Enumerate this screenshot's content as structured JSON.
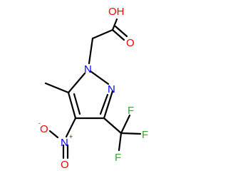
{
  "molecule": {
    "atoms": {
      "oh": "OH",
      "o_carbonyl": "O",
      "n1": "N",
      "n2": "N",
      "n_nitro": "N",
      "o_nitro_minus": "O",
      "o_nitro_double": "O",
      "f_top": "F",
      "f_right": "F",
      "f_bottom": "F"
    },
    "charges": {
      "n_nitro": "+",
      "o_nitro_minus": "-"
    }
  },
  "colors": {
    "bond": "#000000",
    "oxygen": "#ff0000",
    "nitrogen": "#0000ff",
    "fluorine": "#33a833",
    "background": "#ffffff"
  }
}
